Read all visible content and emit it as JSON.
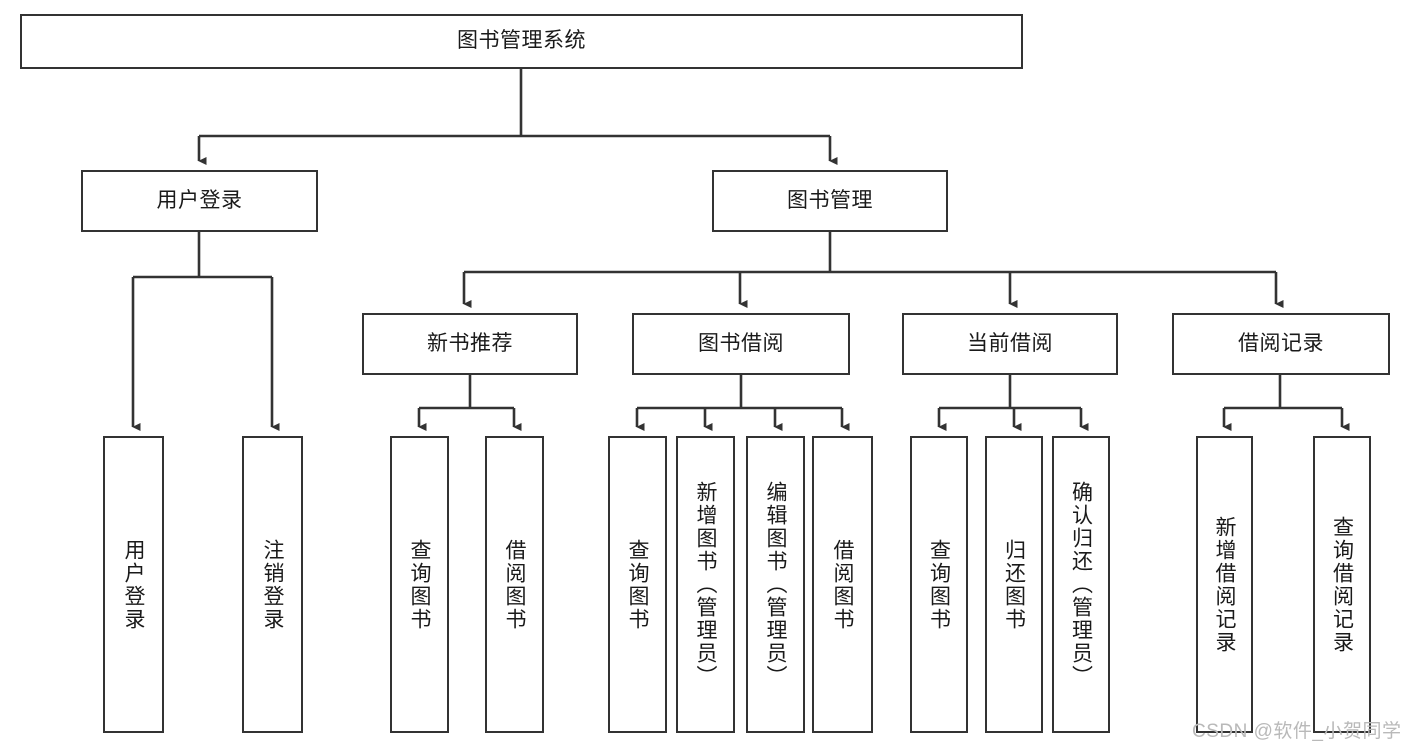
{
  "diagram": {
    "title_text": "图书管理系统",
    "watermark": "CSDN @软件_小贺同学",
    "colors": {
      "stroke": "#333333",
      "fill": "#ffffff",
      "text": "#1a1a1a",
      "watermark": "#b9b9b9"
    },
    "nodes": {
      "root": "图书管理系统",
      "level2": {
        "user_login": "用户登录",
        "book_manage": "图书管理"
      },
      "level3": {
        "new_book_recommend": "新书推荐",
        "book_borrow": "图书借阅",
        "current_borrow": "当前借阅",
        "borrow_record": "借阅记录"
      },
      "leaves": {
        "user_login_children": [
          "用户登录",
          "注销登录"
        ],
        "new_book_recommend_children": [
          "查询图书",
          "借阅图书"
        ],
        "book_borrow_children": [
          "查询图书",
          "新增图书（管理员）",
          "编辑图书（管理员）",
          "借阅图书"
        ],
        "current_borrow_children": [
          "查询图书",
          "归还图书",
          "确认归还（管理员）"
        ],
        "borrow_record_children": [
          "新增借阅记录",
          "查询借阅记录"
        ]
      }
    }
  }
}
